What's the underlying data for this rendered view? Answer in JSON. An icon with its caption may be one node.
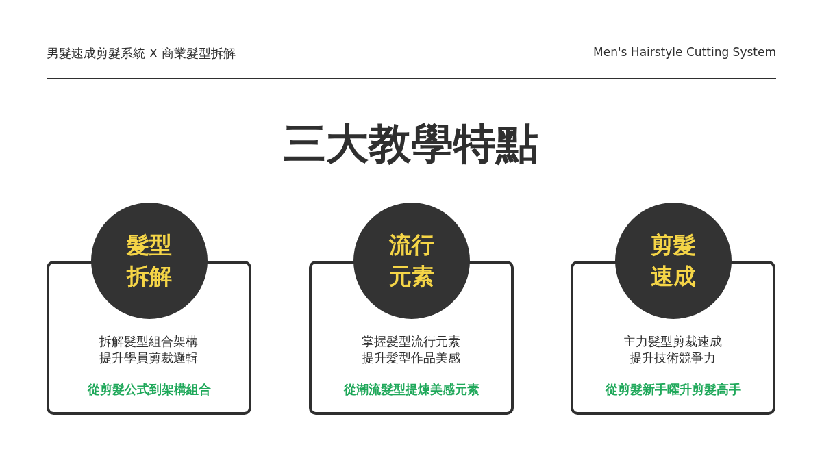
{
  "diagram": {
    "title": "三大教學特點",
    "nodes": [
      {
        "text": [
          "髮型拆解"
        ]
      },
      {
        "text": [
          "拆解髮型組合架構提升學員剪裁邏輯",
          "從剪髮公式到架構組合"
        ]
      },
      {
        "text": [
          "流行元素"
        ]
      },
      {
        "text": [
          "掌握髮型流行元素提升髮型作品美感",
          "從潮流髮型提煉美感元素"
        ]
      },
      {
        "text": [
          "剪髮速成"
        ]
      },
      {
        "text": [
          "主力髮型剪裁速成提升技術競爭力",
          "從剪髮新手曜升剪髮高手"
        ]
      }
    ],
    "labels": [
      "男髮速成剪髮系統 X 商業髮型拆解",
      "Men's Hairstyle Cutting System"
    ]
  }
}
